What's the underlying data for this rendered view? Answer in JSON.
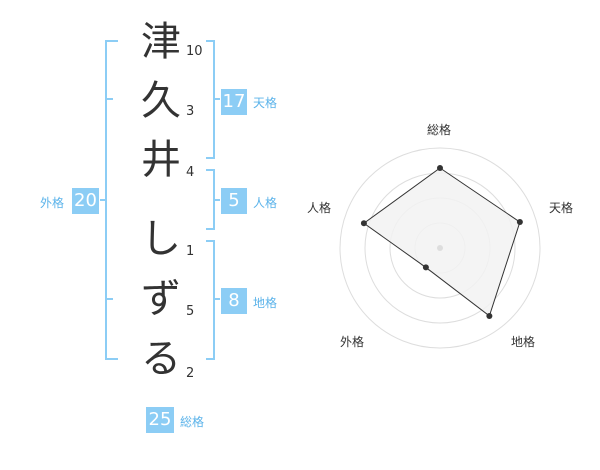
{
  "name": {
    "chars": [
      {
        "char": "津",
        "strokes": "10"
      },
      {
        "char": "久",
        "strokes": "3"
      },
      {
        "char": "井",
        "strokes": "4"
      },
      {
        "char": "し",
        "strokes": "1"
      },
      {
        "char": "ず",
        "strokes": "5"
      },
      {
        "char": "る",
        "strokes": "2"
      }
    ]
  },
  "kaku": {
    "tenkaku": {
      "value": "17",
      "label": "天格"
    },
    "jinkaku": {
      "value": "5",
      "label": "人格"
    },
    "chikaku": {
      "value": "8",
      "label": "地格"
    },
    "gaikaku": {
      "value": "20",
      "label": "外格"
    },
    "soukaku": {
      "value": "25",
      "label": "総格"
    }
  },
  "chart_data": {
    "type": "radar",
    "axes": [
      "総格",
      "天格",
      "地格",
      "外格",
      "人格"
    ],
    "values": [
      4,
      4.2,
      4.2,
      1.2,
      4
    ],
    "range": [
      0,
      5
    ],
    "rings": 4,
    "fill_color": "#f2f2f2",
    "line_color": "#333333"
  },
  "colors": {
    "accent": "#8ccdf5",
    "accent_text": "#5bb3ea",
    "bracket": "#8ccdf5"
  }
}
